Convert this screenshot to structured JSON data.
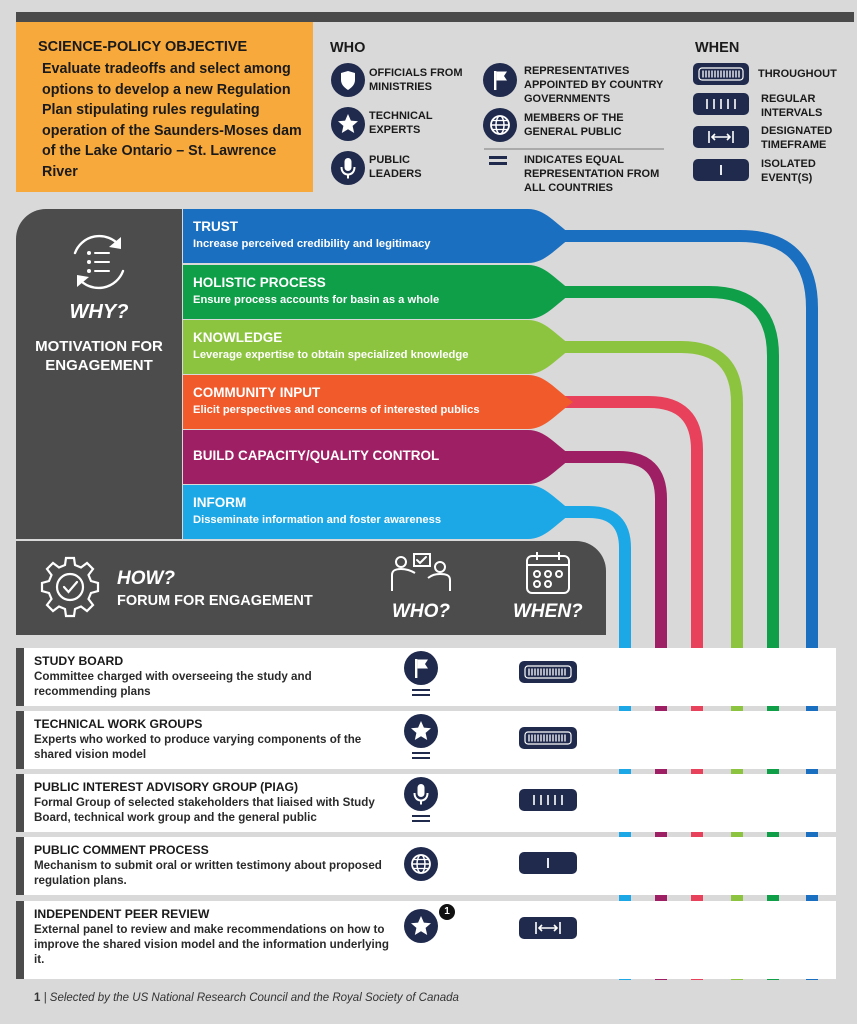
{
  "objective": {
    "title": "SCIENCE-POLICY OBJECTIVE",
    "text": "Evaluate tradeoffs and select among options to develop a new Regulation Plan stipulating rules regulating operation of the Saunders-Moses dam of the Lake Ontario – St. Lawrence River"
  },
  "legend": {
    "who_title": "WHO",
    "who": [
      {
        "label": "OFFICIALS FROM MINISTRIES",
        "icon": "badge-icon"
      },
      {
        "label": "TECHNICAL EXPERTS",
        "icon": "star-icon"
      },
      {
        "label": "PUBLIC LEADERS",
        "icon": "microphone-icon"
      },
      {
        "label": "REPRESENTATIVES APPOINTED BY COUNTRY GOVERNMENTS",
        "icon": "flag-icon"
      },
      {
        "label": "MEMBERS OF THE GENERAL PUBLIC",
        "icon": "globe-icon"
      },
      {
        "label": "INDICATES EQUAL REPRESENTATION FROM ALL COUNTRIES",
        "icon": "equals-icon"
      }
    ],
    "when_title": "WHEN",
    "when": [
      {
        "label": "THROUGHOUT",
        "icon": "throughout-icon"
      },
      {
        "label": "REGULAR INTERVALS",
        "icon": "regular-intervals-icon"
      },
      {
        "label": "DESIGNATED TIMEFRAME",
        "icon": "designated-timeframe-icon"
      },
      {
        "label": "ISOLATED EVENT(S)",
        "icon": "isolated-event-icon"
      }
    ]
  },
  "why": {
    "question": "WHY?",
    "subtitle": "MOTIVATION FOR ENGAGEMENT"
  },
  "motivations": [
    {
      "title": "TRUST",
      "desc": "Increase perceived credibility and legitimacy",
      "color": "#1b6fc0"
    },
    {
      "title": "HOLISTIC PROCESS",
      "desc": "Ensure process accounts for basin as a whole",
      "color": "#0e9f48"
    },
    {
      "title": "KNOWLEDGE",
      "desc": "Leverage expertise to obtain specialized knowledge",
      "color": "#8cc43f"
    },
    {
      "title": "COMMUNITY INPUT",
      "desc": "Elicit perspectives and concerns of interested publics",
      "color": "#f15a2b"
    },
    {
      "title": "BUILD CAPACITY/QUALITY CONTROL",
      "desc": "",
      "color": "#9e1f63"
    },
    {
      "title": "INFORM",
      "desc": "Disseminate information and foster awareness",
      "color": "#1ca8e6"
    }
  ],
  "flow_colors": {
    "trust": "#1b6fc0",
    "holistic": "#0e9f48",
    "knowledge": "#8cc43f",
    "community": "#e8415c",
    "capacity": "#9e1f63",
    "inform": "#1ca8e6",
    "navy": "#1f2a4d"
  },
  "how": {
    "question": "HOW?",
    "subtitle": "FORUM FOR ENGAGEMENT",
    "who_col": "WHO?",
    "when_col": "WHEN?"
  },
  "forums": [
    {
      "title": "STUDY BOARD",
      "desc": "Committee charged with overseeing the study and recommending plans",
      "who_icon": "flag-icon",
      "equal": true,
      "when_icon": "throughout-icon",
      "motivations": [
        "trust",
        "holistic",
        "knowledge"
      ]
    },
    {
      "title": "TECHNICAL WORK GROUPS",
      "desc": "Experts who worked to produce varying components of the shared vision model",
      "who_icon": "star-icon",
      "equal": true,
      "when_icon": "throughout-icon",
      "motivations": [
        "holistic",
        "knowledge"
      ]
    },
    {
      "title": "PUBLIC INTEREST ADVISORY GROUP (PIAG)",
      "desc": "Formal Group of selected stakeholders that liaised with Study Board, technical work group and the general public",
      "who_icon": "microphone-icon",
      "equal": true,
      "when_icon": "regular-intervals-icon",
      "motivations": [
        "trust",
        "community",
        "inform"
      ]
    },
    {
      "title": "PUBLIC COMMENT PROCESS",
      "desc": "Mechanism to submit oral or written testimony about proposed regulation plans.",
      "who_icon": "globe-icon",
      "equal": false,
      "when_icon": "isolated-event-icon",
      "motivations": [
        "community",
        "inform"
      ]
    },
    {
      "title": "INDEPENDENT PEER REVIEW",
      "desc": "External panel to review and make recommendations on how to improve the shared vision model and the information underlying it.",
      "who_icon": "star-icon",
      "footnote_marker": "1",
      "equal": false,
      "when_icon": "designated-timeframe-icon",
      "motivations": [
        "trust",
        "knowledge"
      ]
    }
  ],
  "footnote": {
    "num": "1",
    "text": "| Selected by the US National Research Council and the Royal Society of Canada"
  }
}
